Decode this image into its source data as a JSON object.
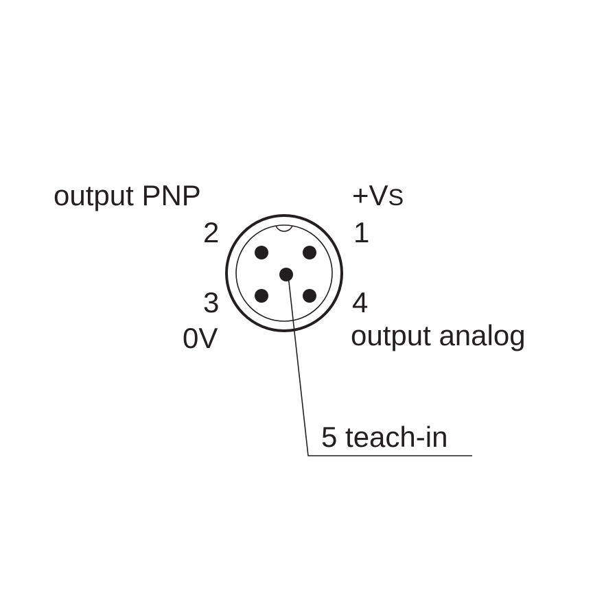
{
  "pins": [
    {
      "number": "1",
      "function": "+V",
      "function_suffix": "S"
    },
    {
      "number": "2",
      "function": "output PNP"
    },
    {
      "number": "3",
      "function": "0V"
    },
    {
      "number": "4",
      "function": "output analog"
    },
    {
      "number": "5",
      "function": "teach-in",
      "label": "5 teach-in"
    }
  ],
  "colors": {
    "ink": "#231f20",
    "background": "#ffffff"
  }
}
